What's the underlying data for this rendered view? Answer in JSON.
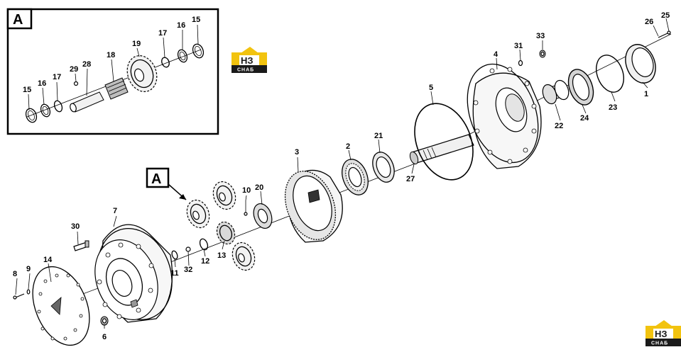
{
  "inset": {
    "label": "A"
  },
  "callout": {
    "label": "A"
  },
  "logo": {
    "top": "НЗ",
    "bottom": "СНАБ",
    "gold": "#f2c30f",
    "dark": "#1a1a1a"
  },
  "parts": {
    "p1": "1",
    "p2": "2",
    "p3": "3",
    "p4": "4",
    "p5": "5",
    "p6": "6",
    "p7": "7",
    "p8": "8",
    "p9": "9",
    "p10": "10",
    "p11": "11",
    "p12": "12",
    "p13": "13",
    "p14": "14",
    "p15": "15",
    "p16": "16",
    "p17": "17",
    "p18": "18",
    "p19": "19",
    "p20": "20",
    "p21": "21",
    "p22": "22",
    "p23": "23",
    "p24": "24",
    "p25": "25",
    "p26": "26",
    "p27": "27",
    "p28": "28",
    "p29": "29",
    "p30": "30",
    "p31": "31",
    "p32": "32",
    "p33": "33"
  }
}
